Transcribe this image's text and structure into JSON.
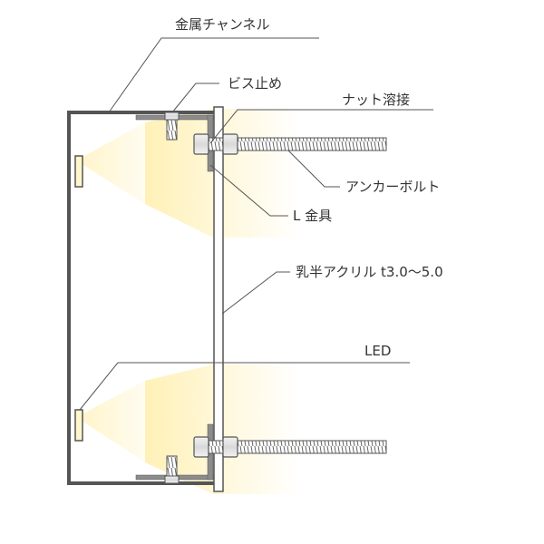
{
  "labels": {
    "metal_channel": "金属チャンネル",
    "screw": "ビス止め",
    "nut_weld": "ナット溶接",
    "anchor_bolt": "アンカーボルト",
    "l_bracket": "L 金具",
    "acrylic": "乳半アクリル t3.0〜5.0",
    "led": "LED"
  },
  "colors": {
    "line": "#555555",
    "metal_light": "#e6e6e6",
    "metal_dark": "#8c8c8c",
    "glow": "#fff0b8",
    "led_fill": "#fff6cc"
  }
}
